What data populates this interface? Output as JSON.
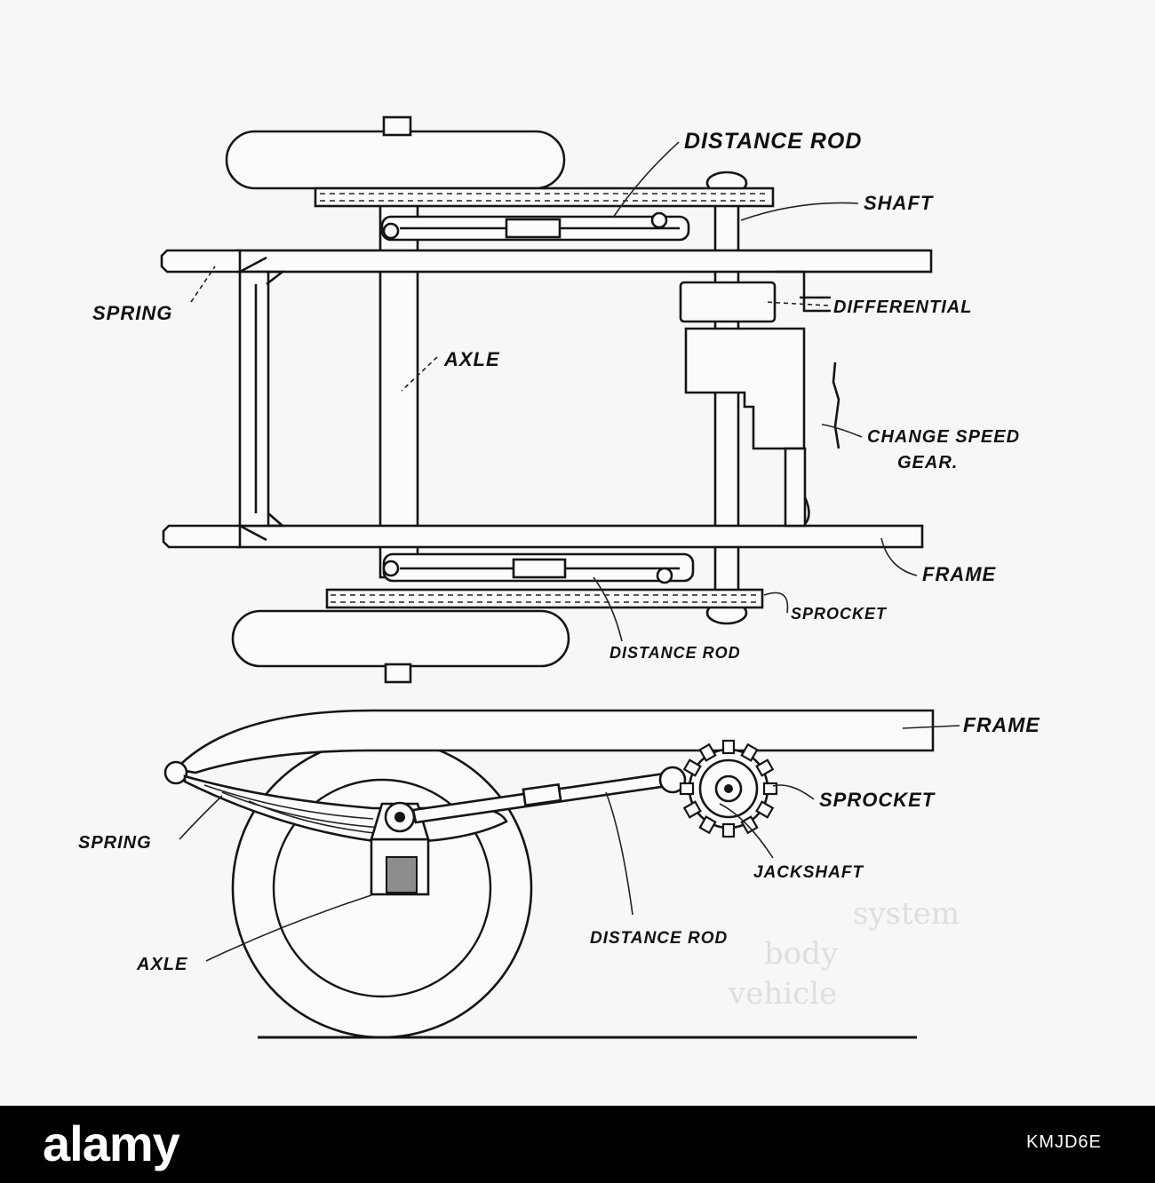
{
  "labels": {
    "distance_rod_top": "DISTANCE ROD",
    "shaft": "SHAFT",
    "spring_top": "SPRING",
    "differential": "DIFFERENTIAL",
    "axle_top": "AXLE",
    "change_speed_gear_1": "CHANGE SPEED",
    "change_speed_gear_2": "GEAR.",
    "frame_top": "FRAME",
    "sprocket_top": "SPROCKET",
    "distance_rod_mid": "DISTANCE ROD",
    "frame_side": "FRAME",
    "sprocket_side": "SPROCKET",
    "spring_side": "SPRING",
    "jackshaft": "JACKSHAFT",
    "distance_rod_side": "DISTANCE ROD",
    "axle_side": "AXLE"
  },
  "watermark": {
    "brand": "alamy",
    "image_code": "KMJD6E"
  }
}
